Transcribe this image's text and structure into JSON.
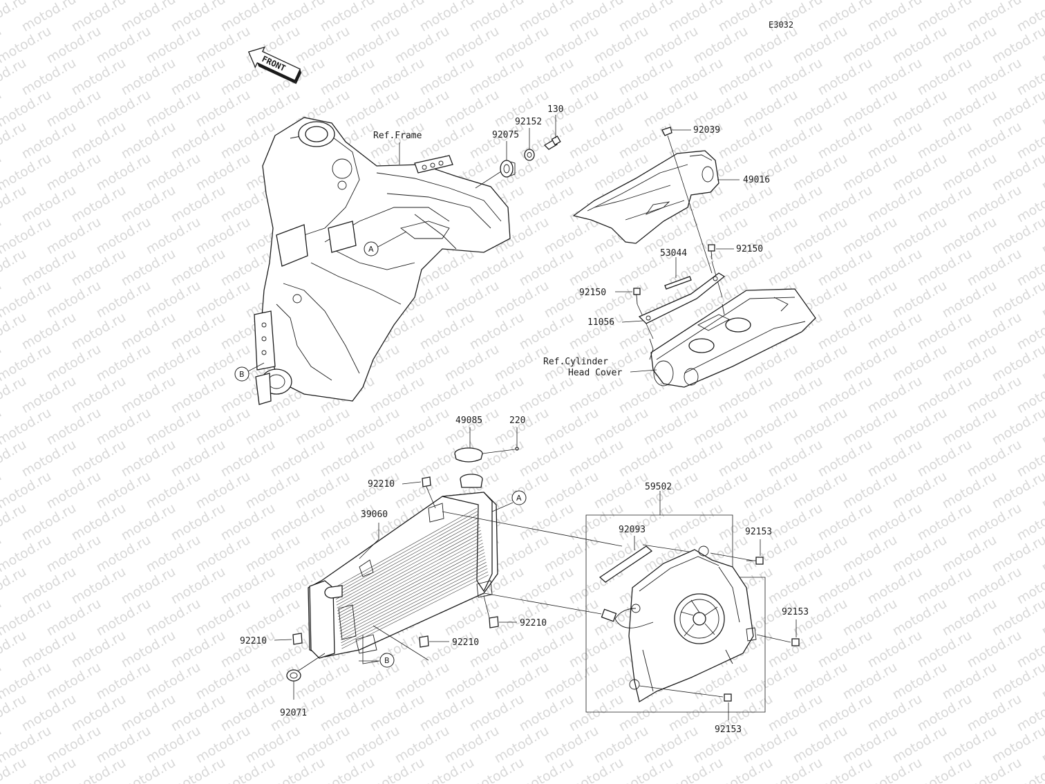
{
  "diagram_code": "E3032",
  "front_marker": "FRONT",
  "watermark": "motod.ru",
  "references": {
    "frame": "Ref.Frame",
    "cylinder_line1": "Ref.Cylinder",
    "cylinder_line2": "Head Cover"
  },
  "callouts": {
    "A_top": "A",
    "B_frame": "B",
    "A_radiator": "A",
    "B_radiator": "B"
  },
  "parts": {
    "p130": "130",
    "p92152": "92152",
    "p92075": "92075",
    "p92039": "92039",
    "p49016": "49016",
    "p92150_right": "92150",
    "p53044": "53044",
    "p92150_left": "92150",
    "p11056": "11056",
    "p49085": "49085",
    "p220": "220",
    "p92210_top": "92210",
    "p39060": "39060",
    "p59502": "59502",
    "p92093": "92093",
    "p92153_top": "92153",
    "p92153_mid": "92153",
    "p92153_bottom": "92153",
    "p92210_right": "92210",
    "p92210_left": "92210",
    "p92210_bottom": "92210",
    "p92071": "92071"
  }
}
